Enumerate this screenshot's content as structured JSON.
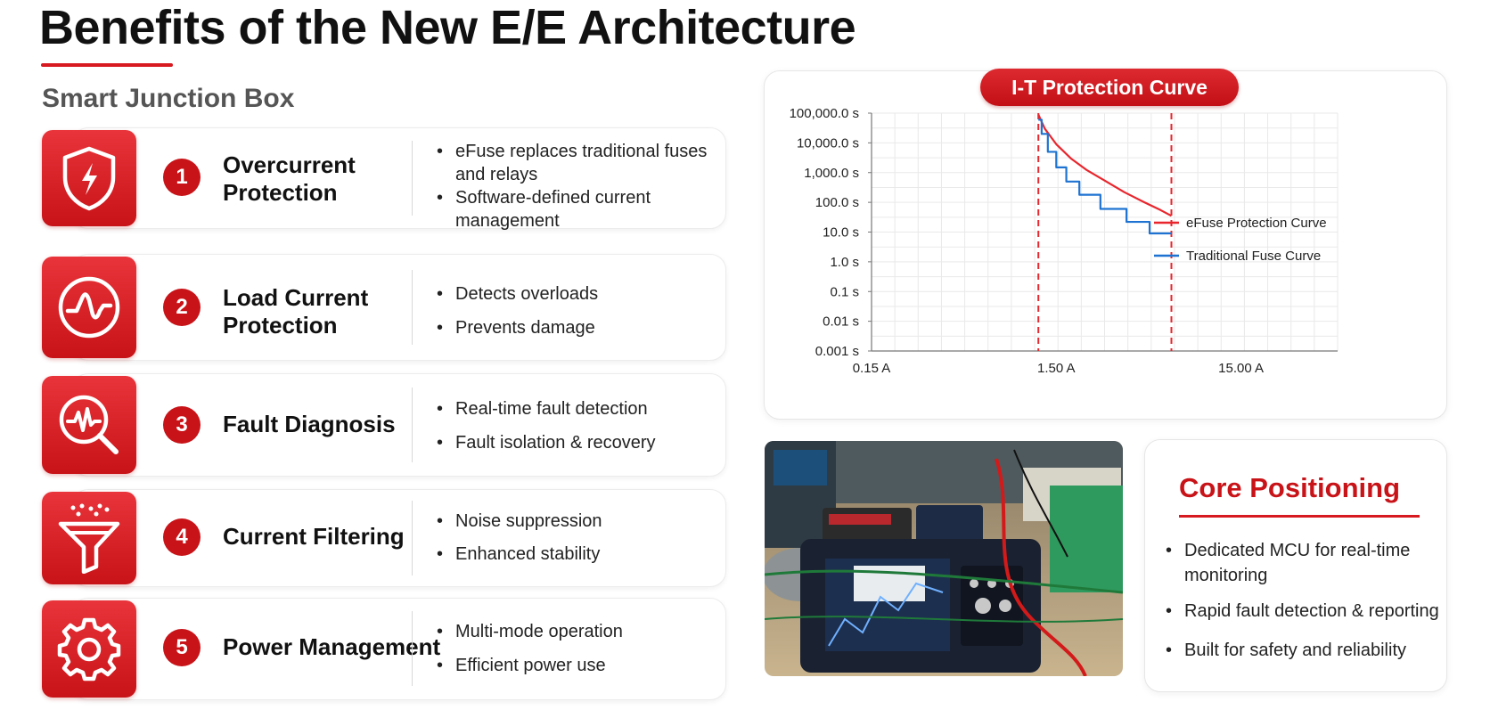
{
  "header": {
    "title": "Benefits of the New E/E Architecture",
    "subtitle": "Smart Junction Box"
  },
  "features": [
    {
      "number": "1",
      "icon": "shield-lightning-icon",
      "name_line1": "Overcurrent",
      "name_line2": "Protection",
      "bullets": [
        "eFuse replaces traditional fuses and relays",
        "Software-defined current management"
      ]
    },
    {
      "number": "2",
      "icon": "pulse-circle-icon",
      "name_line1": "Load Current",
      "name_line2": "Protection",
      "bullets": [
        "Detects overloads",
        "Prevents damage"
      ]
    },
    {
      "number": "3",
      "icon": "magnifier-waveform-icon",
      "name_line1": "Fault Diagnosis",
      "name_line2": "",
      "bullets": [
        "Real-time fault detection",
        "Fault isolation & recovery"
      ]
    },
    {
      "number": "4",
      "icon": "filter-funnel-icon",
      "name_line1": "Current Filtering",
      "name_line2": "",
      "bullets": [
        "Noise suppression",
        "Enhanced stability"
      ]
    },
    {
      "number": "5",
      "icon": "gear-icon",
      "name_line1": "Power Management",
      "name_line2": "",
      "bullets": [
        "Multi-mode operation",
        "Efficient power use"
      ]
    }
  ],
  "core": {
    "title": "Core Positioning",
    "bullets": [
      "Dedicated MCU for real-time monitoring",
      "Rapid fault detection & reporting",
      "Built for safety and reliability"
    ]
  },
  "photo": {
    "description_icon": "lab-test-bench-photo"
  },
  "colors": {
    "accent": "#c81318",
    "efuse_line": "#e8262d",
    "fuse_line": "#1e73d2",
    "grid": "#e9e9e9"
  },
  "chart_data": {
    "type": "line",
    "title": "I-T Protection Curve",
    "xlabel": "",
    "ylabel": "",
    "x_scale": "log",
    "y_scale": "log",
    "x_ticks": [
      0.15,
      1.5,
      15
    ],
    "x_tick_labels": [
      "0.15 A",
      "1.50 A",
      "15.00 A"
    ],
    "y_ticks": [
      0.001,
      0.01,
      0.1,
      1,
      10,
      100,
      1000,
      10000,
      100000
    ],
    "y_tick_labels": [
      "0.001 s",
      "0.01 s",
      "0.1 s",
      "1.0 s",
      "10.0 s",
      "100.0 s",
      "1,000.0 s",
      "10,000.0 s",
      "100,000.0 s"
    ],
    "xlim": [
      0.15,
      50
    ],
    "ylim": [
      0.001,
      100000
    ],
    "grid": true,
    "legend_position": "right",
    "reference_lines_x": [
      1.2,
      6.3
    ],
    "series": [
      {
        "name": "eFuse Protection Curve",
        "color": "#e8262d",
        "style": "smooth",
        "x": [
          1.2,
          1.3,
          1.5,
          1.8,
          2.2,
          2.8,
          3.5,
          4.5,
          5.5,
          6.3
        ],
        "y": [
          90000,
          30000,
          9000,
          3000,
          1200,
          500,
          220,
          100,
          55,
          35
        ]
      },
      {
        "name": "Traditional Fuse Curve",
        "color": "#1e73d2",
        "style": "step",
        "x": [
          1.2,
          1.25,
          1.35,
          1.5,
          1.7,
          2.0,
          2.6,
          3.6,
          4.8,
          6.3
        ],
        "y": [
          60000,
          20000,
          5000,
          1500,
          500,
          180,
          60,
          22,
          9,
          9
        ]
      }
    ]
  }
}
